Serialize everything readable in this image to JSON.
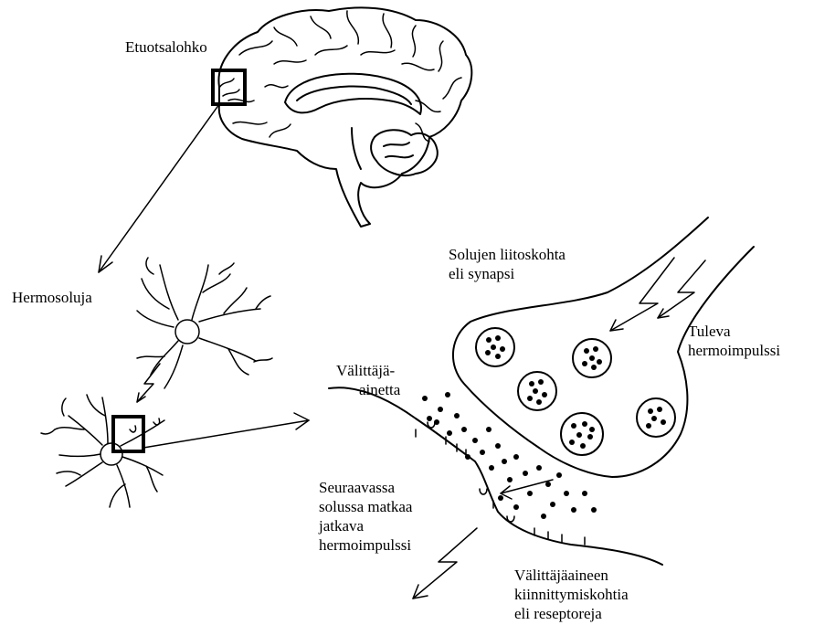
{
  "labels": {
    "frontal_lobe": "Etuotsalohko",
    "neurons": "Hermosoluja",
    "synapse_line1": "Solujen liitoskohta",
    "synapse_line2": "eli synapsi",
    "incoming_line1": "Tuleva",
    "incoming_line2": "hermoimpulssi",
    "transmitter_line1": "Välittäjä-",
    "transmitter_line2": "ainetta",
    "next_cell_line1": "Seuraavassa",
    "next_cell_line2": "solussa matkaa",
    "next_cell_line3": "jatkava",
    "next_cell_line4": "hermoimpulssi",
    "receptor_line1": "Välittäjäaineen",
    "receptor_line2": "kiinnittymiskohtia",
    "receptor_line3": "eli reseptoreja"
  },
  "colors": {
    "ink": "#000000",
    "background": "#ffffff"
  }
}
